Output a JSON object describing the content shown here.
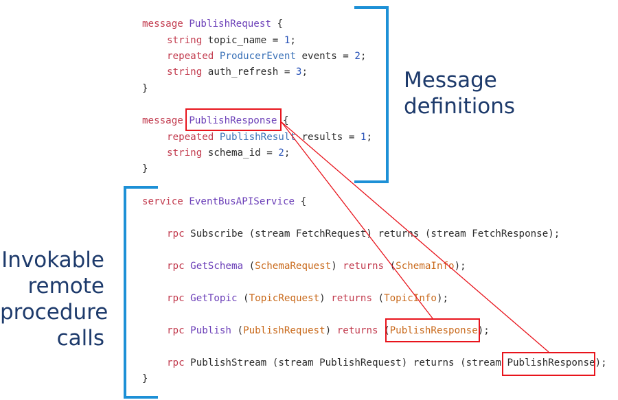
{
  "labels": {
    "message_definitions": [
      "Message",
      "definitions"
    ],
    "rpc_calls": [
      "Invokable",
      "remote",
      "procedure",
      "calls"
    ]
  },
  "code": {
    "publish_request": {
      "kw": "message",
      "name": "PublishRequest",
      "open": "{",
      "fields": [
        {
          "mod": "",
          "type": "string",
          "name": "topic_name",
          "num": "1"
        },
        {
          "mod": "repeated",
          "type": "ProducerEvent",
          "name": "events",
          "num": "2"
        },
        {
          "mod": "",
          "type": "string",
          "name": "auth_refresh",
          "num": "3"
        }
      ],
      "close": "}"
    },
    "publish_response": {
      "kw": "message",
      "name": "PublishResponse",
      "open": "{",
      "fields": [
        {
          "mod": "repeated",
          "type": "PublishResult",
          "name": "results",
          "num": "1"
        },
        {
          "mod": "",
          "type": "string",
          "name": "schema_id",
          "num": "2"
        }
      ],
      "close": "}"
    },
    "service": {
      "kw": "service",
      "name": "EventBusAPIService",
      "open": "{",
      "close": "}",
      "rpcs": [
        {
          "kw": "rpc",
          "name": "Subscribe",
          "req": "stream FetchRequest",
          "returns": "returns",
          "resp": "stream FetchResponse"
        },
        {
          "kw": "rpc",
          "name": "GetSchema",
          "req": "SchemaRequest",
          "returns": "returns",
          "resp": "SchemaInfo"
        },
        {
          "kw": "rpc",
          "name": "GetTopic",
          "req": "TopicRequest",
          "returns": "returns",
          "resp": "TopicInfo"
        },
        {
          "kw": "rpc",
          "name": "Publish",
          "req": "PublishRequest",
          "returns": "returns",
          "resp": "PublishResponse"
        },
        {
          "kw": "rpc",
          "name": "PublishStream",
          "req": "stream PublishRequest",
          "returns": "returns",
          "resp": "stream PublishResponse"
        }
      ]
    }
  },
  "colors": {
    "bracket": "#1d90d6",
    "highlight": "#e8141c",
    "label": "#1d3a6b",
    "keyword": "#c23b4e",
    "type": "#6b3fb8",
    "type_alt": "#3b72b8",
    "rpc_type": "#c96a1c",
    "number": "#2b55b8"
  }
}
